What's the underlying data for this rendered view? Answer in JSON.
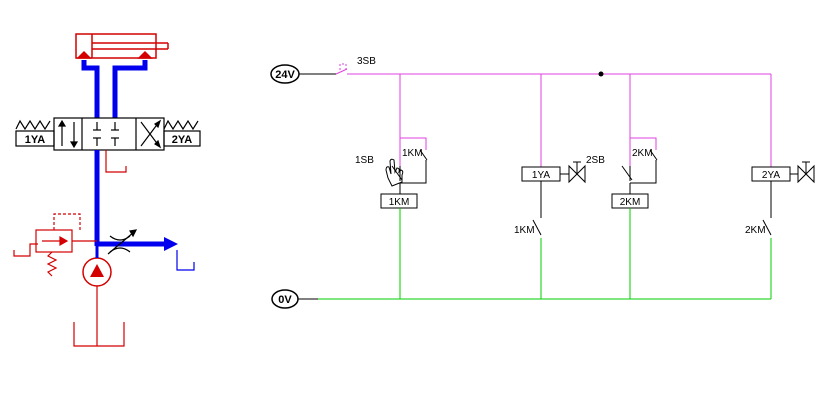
{
  "colors": {
    "background": "#ffffff",
    "hydraulic_line": "#0000ee",
    "hydraulic_component": "#d40000",
    "valve_outline": "#000000",
    "wire_powered": "#e040e0",
    "wire_return": "#00cc00",
    "wire_neutral": "#000000"
  },
  "hydraulic": {
    "valve_left_solenoid": "1YA",
    "valve_right_solenoid": "2YA"
  },
  "electrical": {
    "supply_label": "24V",
    "ground_label": "0V",
    "stop_button": "3SB",
    "start_button_1": "1SB",
    "relay_1_hold_contact": "1KM",
    "relay_1_coil": "1KM",
    "solenoid_1": "1YA",
    "relay_1_contact": "1KM",
    "start_button_2": "2SB",
    "relay_2_hold_contact": "2KM",
    "relay_2_coil": "2KM",
    "solenoid_2": "2YA",
    "relay_2_contact": "2KM"
  }
}
